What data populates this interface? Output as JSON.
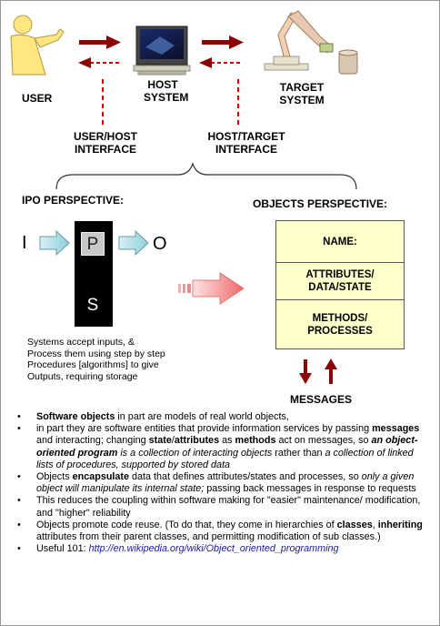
{
  "diagram": {
    "labels": {
      "user": "USER",
      "host_line1": "HOST",
      "host_line2": "SYSTEM",
      "target_line1": "TARGET",
      "target_line2": "SYSTEM",
      "uh_line1": "USER/HOST",
      "uh_line2": "INTERFACE",
      "ht_line1": "HOST/TARGET",
      "ht_line2": "INTERFACE",
      "ipo_title": "IPO PERSPECTIVE:",
      "objects_title": "OBJECTS PERSPECTIVE:",
      "messages": "MESSAGES"
    },
    "ipo": {
      "i": "I",
      "p": "P",
      "o": "O",
      "s": "S"
    },
    "object_box": {
      "name": "NAME:",
      "attr_line1": "ATTRIBUTES/",
      "attr_line2": "DATA/STATE",
      "meth_line1": "METHODS/",
      "meth_line2": "PROCESSES"
    },
    "ipo_text": [
      "Systems accept inputs, &",
      "Process them using step by step",
      "Procedures [algorithms]  to give",
      "Outputs, requiring storage"
    ],
    "colors": {
      "arrow_red": "#8b0000",
      "dashed_red": "#cc0000",
      "box_fill": "#ffffcc",
      "cyan_arrow": "#9fd8e0",
      "pink_arrow": "#f08080"
    }
  },
  "bullets": {
    "b1": {
      "bold1": "Software objects",
      "rest": " in part are models of real world objects,"
    },
    "b2": {
      "t1": "in part they are software entities that provide information services by passing ",
      "bold_messages": "messages",
      "t2": " and interacting; changing ",
      "bold_state": "state",
      "slash": "/",
      "bold_attributes": "attributes",
      "t3": " as ",
      "bold_methods": "methods",
      "t4": " act on messages, so ",
      "bi_oop": "an object-oriented program",
      "i1": " is a collection of interacting objects",
      "t5": " rather than ",
      "i2": "a collection of linked lists of procedures, supported by stored data"
    },
    "b3": {
      "t1": "Objects ",
      "bold_enc": "encapsulate",
      "t2": " data that defines attributes/states and processes, so ",
      "i1": "only a given object will manipulate its internal state;",
      "t3": " passing back messages in response to requests"
    },
    "b4": {
      "t1": "This reduces the coupling within software making for \"easier\" maintenance/ modification, and \"higher\" reliability"
    },
    "b5": {
      "t1": "Objects promote code reuse. (To do that, they come in hierarchies of ",
      "bold_classes": "classes",
      "comma": ", ",
      "bold_inh": "inheriting",
      "t2": " attributes from their parent classes, and permitting modification of sub classes.)"
    },
    "b6": {
      "t1": "Useful 101: ",
      "link": "http://en.wikipedia.org/wiki/Object_oriented_programming"
    },
    "dot": "•"
  }
}
